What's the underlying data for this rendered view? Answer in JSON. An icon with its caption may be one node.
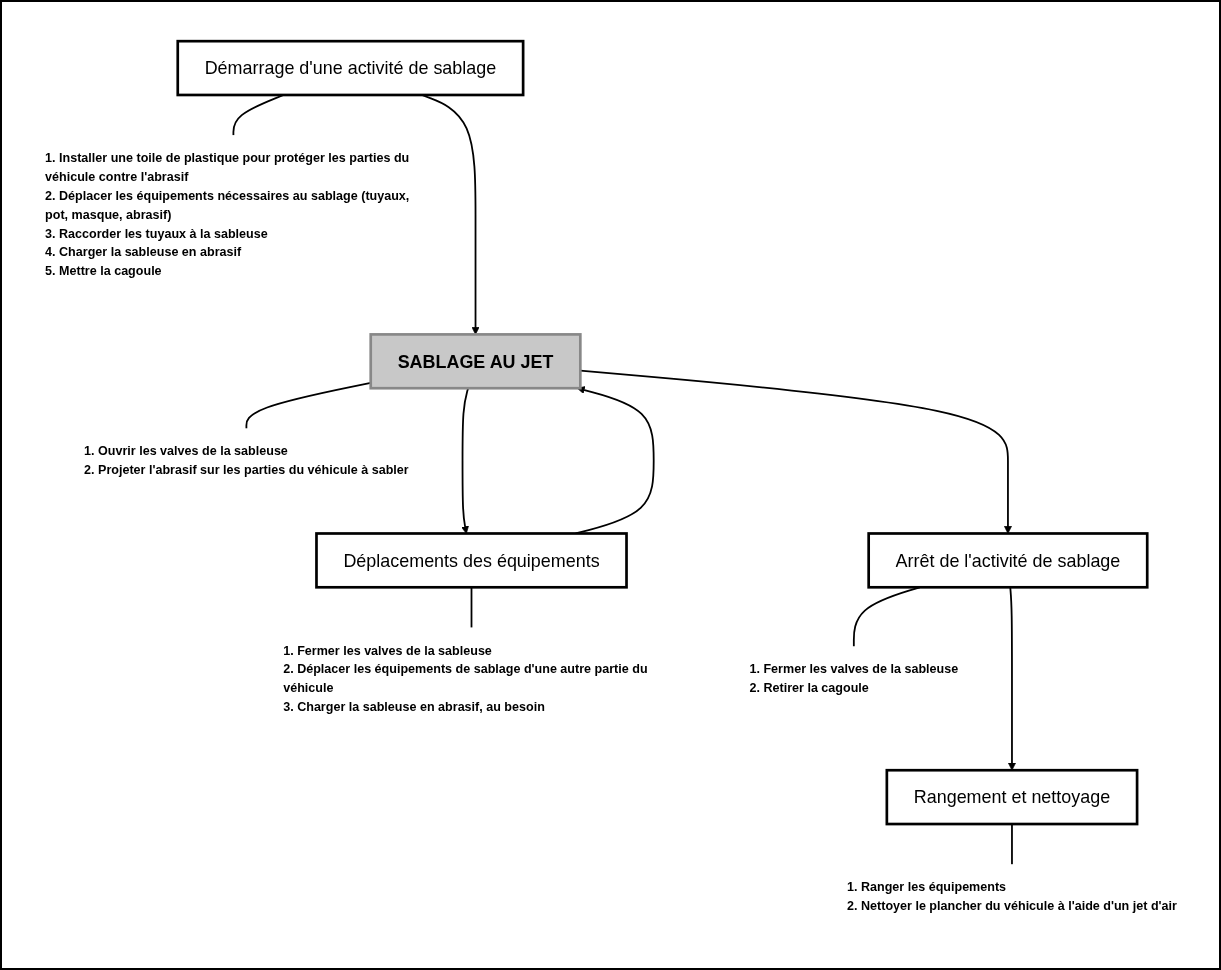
{
  "diagram": {
    "nodes": [
      {
        "text": [
          "Démarrage d'une activité de sablage"
        ]
      },
      {
        "text": [
          "1. Installer une toile de plastique pour protéger les parties du véhicule contre l'abrasif",
          "2. Déplacer les équipements nécessaires au sablage (tuyaux, pot, masque, abrasif)",
          "3. Raccorder les tuyaux à la sableuse",
          "4. Charger la sableuse en abrasif",
          "5. Mettre la cagoule"
        ]
      },
      {
        "text": [
          "SABLAGE AU JET"
        ]
      },
      {
        "text": [
          "1. Ouvrir les valves de la sableuse",
          "2. Projeter l'abrasif sur les parties du véhicule à sabler"
        ]
      },
      {
        "text": [
          "Déplacements des équipements"
        ]
      },
      {
        "text": [
          "1. Fermer les valves de la sableuse",
          "2. Déplacer les équipements de sablage d'une autre partie du véhicule",
          "3. Charger la sableuse en abrasif, au besoin"
        ]
      },
      {
        "text": [
          "Arrêt de l'activité de sablage"
        ]
      },
      {
        "text": [
          "1. Fermer les valves de la sableuse",
          "2. Retirer la cagoule"
        ]
      },
      {
        "text": [
          "Rangement et nettoyage"
        ]
      },
      {
        "text": [
          "1. Ranger les équipements",
          "2. Nettoyer le plancher du véhicule à l'aide d'un jet d'air"
        ]
      }
    ],
    "edges": [
      {
        "from": 0,
        "to": 1,
        "arrow": "none"
      },
      {
        "from": 0,
        "to": 2,
        "arrow": "to"
      },
      {
        "from": 2,
        "to": 3,
        "arrow": "none"
      },
      {
        "from": 2,
        "to": 4,
        "arrow": "to"
      },
      {
        "from": 4,
        "to": 2,
        "arrow": "to"
      },
      {
        "from": 4,
        "to": 5,
        "arrow": "none"
      },
      {
        "from": 2,
        "to": 6,
        "arrow": "to"
      },
      {
        "from": 6,
        "to": 7,
        "arrow": "none"
      },
      {
        "from": 6,
        "to": 8,
        "arrow": "to"
      },
      {
        "from": 8,
        "to": 9,
        "arrow": "none"
      }
    ]
  }
}
